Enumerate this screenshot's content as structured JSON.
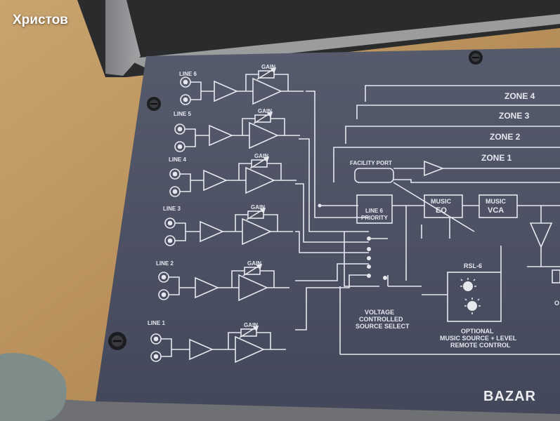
{
  "watermark": "Христов",
  "logo_text": "BAZAR",
  "panel": {
    "lines": [
      "LINE 6",
      "LINE 5",
      "LINE 4",
      "LINE 3",
      "LINE 2",
      "LINE 1"
    ],
    "gain_label": "GAIN",
    "zones": [
      "ZONE 4",
      "ZONE 3",
      "ZONE 2",
      "ZONE 1"
    ],
    "facility_port": "FACILITY PORT",
    "line6_priority_1": "LINE 6",
    "line6_priority_2": "PRIORITY",
    "music_eq_1": "MUSIC",
    "music_eq_2": "EQ",
    "music_vca_1": "MUSIC",
    "music_vca_2": "VCA",
    "rsl": "RSL-6",
    "vcss_1": "VOLTAGE",
    "vcss_2": "CONTROLLED",
    "vcss_3": "SOURCE SELECT",
    "optional_1": "OPTIONAL",
    "optional_2": "MUSIC SOURCE + LEVEL",
    "optional_3": "REMOTE CONTROL",
    "edge_letter": "O"
  },
  "colors": {
    "wood": "#b9925e",
    "panel": "#4b5060",
    "silk": "#e6e8ee",
    "case": "#8d8f91"
  }
}
